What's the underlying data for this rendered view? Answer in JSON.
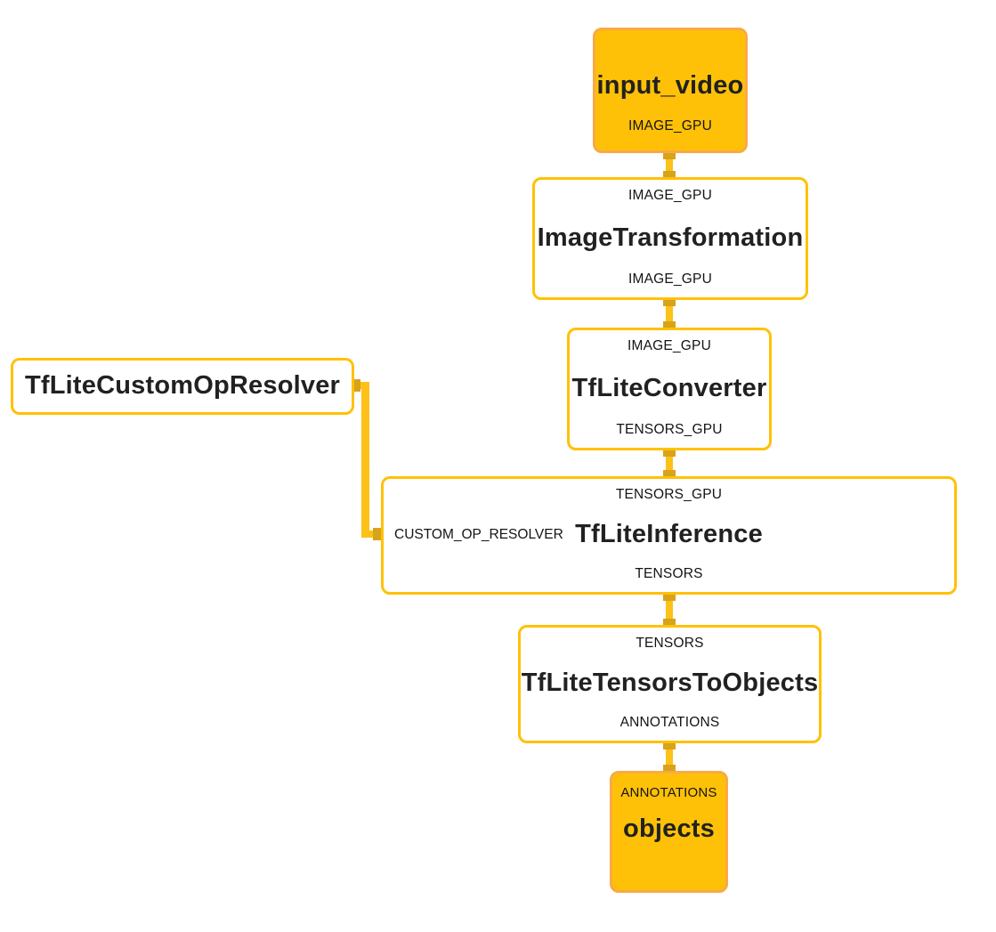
{
  "colors": {
    "stream_node_fill": "#FFC107",
    "stream_node_border": "#F9A946",
    "calculator_border": "#FFC107",
    "calculator_fill": "#FFFFFF",
    "edge_line": "#FDC117",
    "port_square": "#D9A21B",
    "title_text": "#212121",
    "label_text": "#141414",
    "background": "#FFFFFF"
  },
  "nodes": {
    "input_video": {
      "kind": "stream",
      "title": "input_video",
      "out_label": "IMAGE_GPU"
    },
    "image_transformation": {
      "kind": "calculator",
      "title": "ImageTransformation",
      "in_label": "IMAGE_GPU",
      "out_label": "IMAGE_GPU"
    },
    "tflite_converter": {
      "kind": "calculator",
      "title": "TfLiteConverter",
      "in_label": "IMAGE_GPU",
      "out_label": "TENSORS_GPU"
    },
    "tflite_custom_op_resolver": {
      "kind": "calculator",
      "title": "TfLiteCustomOpResolver"
    },
    "tflite_inference": {
      "kind": "calculator",
      "title": "TfLiteInference",
      "in_label": "TENSORS_GPU",
      "side_in_label": "CUSTOM_OP_RESOLVER",
      "out_label": "TENSORS"
    },
    "tflite_tensors_to_objects": {
      "kind": "calculator",
      "title": "TfLiteTensorsToObjects",
      "in_label": "TENSORS",
      "out_label": "ANNOTATIONS"
    },
    "objects": {
      "kind": "stream",
      "title": "objects",
      "in_label": "ANNOTATIONS"
    }
  },
  "edges": [
    {
      "from": "input_video",
      "to": "ImageTransformation",
      "stream": "IMAGE_GPU"
    },
    {
      "from": "ImageTransformation",
      "to": "TfLiteConverter",
      "stream": "IMAGE_GPU"
    },
    {
      "from": "TfLiteConverter",
      "to": "TfLiteInference",
      "stream": "TENSORS_GPU"
    },
    {
      "from": "TfLiteCustomOpResolver",
      "to": "TfLiteInference",
      "stream": "CUSTOM_OP_RESOLVER"
    },
    {
      "from": "TfLiteInference",
      "to": "TfLiteTensorsToObjects",
      "stream": "TENSORS"
    },
    {
      "from": "TfLiteTensorsToObjects",
      "to": "objects",
      "stream": "ANNOTATIONS"
    }
  ]
}
